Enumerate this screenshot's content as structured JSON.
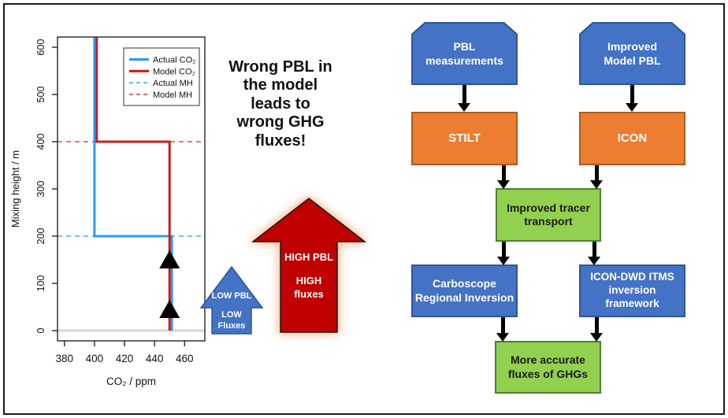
{
  "page": {
    "background": "#FFFFFF",
    "frame_color": "#1A1A1A"
  },
  "annotation": {
    "text": "Wrong PBL in\nthe model\nleads to\nwrong GHG\nfluxes!"
  },
  "flux_arrows": {
    "low": {
      "color": "#4472C4",
      "border": "#2F5597",
      "line1": "LOW PBL",
      "line2": "LOW",
      "line3": "Fluxes"
    },
    "high": {
      "color": "#C00000",
      "border": "#1A1A1A",
      "glow": "#F4B183",
      "line1": "HIGH PBL",
      "line2": "HIGH",
      "line3": "fluxes"
    }
  },
  "chart_data": {
    "type": "line",
    "title": "",
    "xlabel": "CO₂ / ppm",
    "ylabel": "Mixing height / m",
    "xlim": [
      375.4,
      473.5
    ],
    "ylim": [
      -21.7,
      621.7
    ],
    "x_ticks": [
      380,
      400,
      420,
      440,
      460
    ],
    "y_ticks": [
      0,
      100,
      200,
      300,
      400,
      500,
      600
    ],
    "grid": false,
    "legend_position": "top-right",
    "series": [
      {
        "name": "Actual CO₂",
        "color": "#2E9BF0",
        "dash": null,
        "width": 3,
        "points": [
          [
            400,
            621.7
          ],
          [
            400,
            200
          ],
          [
            451.5,
            200
          ],
          [
            451.5,
            0
          ]
        ]
      },
      {
        "name": "Model CO₂",
        "color": "#C5201F",
        "dash": null,
        "width": 3,
        "points": [
          [
            401.5,
            621.7
          ],
          [
            401.5,
            400
          ],
          [
            450,
            400
          ],
          [
            450,
            0
          ]
        ]
      },
      {
        "name": "Actual MH",
        "color": "#6FB2E4",
        "dash": "6,5",
        "width": 1.8,
        "points": [
          [
            375.4,
            200
          ],
          [
            471,
            200
          ]
        ]
      },
      {
        "name": "Model MH",
        "color": "#E26868",
        "dash": "6,5",
        "width": 1.8,
        "points": [
          [
            375.4,
            400
          ],
          [
            471,
            400
          ]
        ]
      }
    ],
    "baseline": {
      "y": 0,
      "color": "#DCDCDC",
      "width": 3.5
    },
    "markers": [
      {
        "shape": "triangle-up",
        "color": "#000000",
        "x": 450,
        "y": 150
      },
      {
        "shape": "triangle-up",
        "color": "#000000",
        "x": 450,
        "y": 45
      }
    ]
  },
  "flowchart": {
    "colors": {
      "blue": "#4472C4",
      "blue_border": "#2F5597",
      "orange": "#ED7D31",
      "orange_border": "#AE5A21",
      "green": "#92D050",
      "green_border": "#507E32",
      "arrow": "#000000"
    },
    "nodes": [
      {
        "id": "pbl-measurements",
        "label": "PBL\nmeasurements"
      },
      {
        "id": "improved-model-pbl",
        "label": "Improved\nModel PBL"
      },
      {
        "id": "stilt",
        "label": "STILT"
      },
      {
        "id": "icon",
        "label": "ICON"
      },
      {
        "id": "improved-tracer-transport",
        "label": "Improved tracer\ntransport"
      },
      {
        "id": "carboscope",
        "label": "Carboscope\nRegional Inversion"
      },
      {
        "id": "icon-dwd-itms",
        "label": "ICON-DWD ITMS\ninversion\nframework"
      },
      {
        "id": "more-accurate-fluxes",
        "label": "More accurate\nfluxes of GHGs"
      }
    ]
  }
}
